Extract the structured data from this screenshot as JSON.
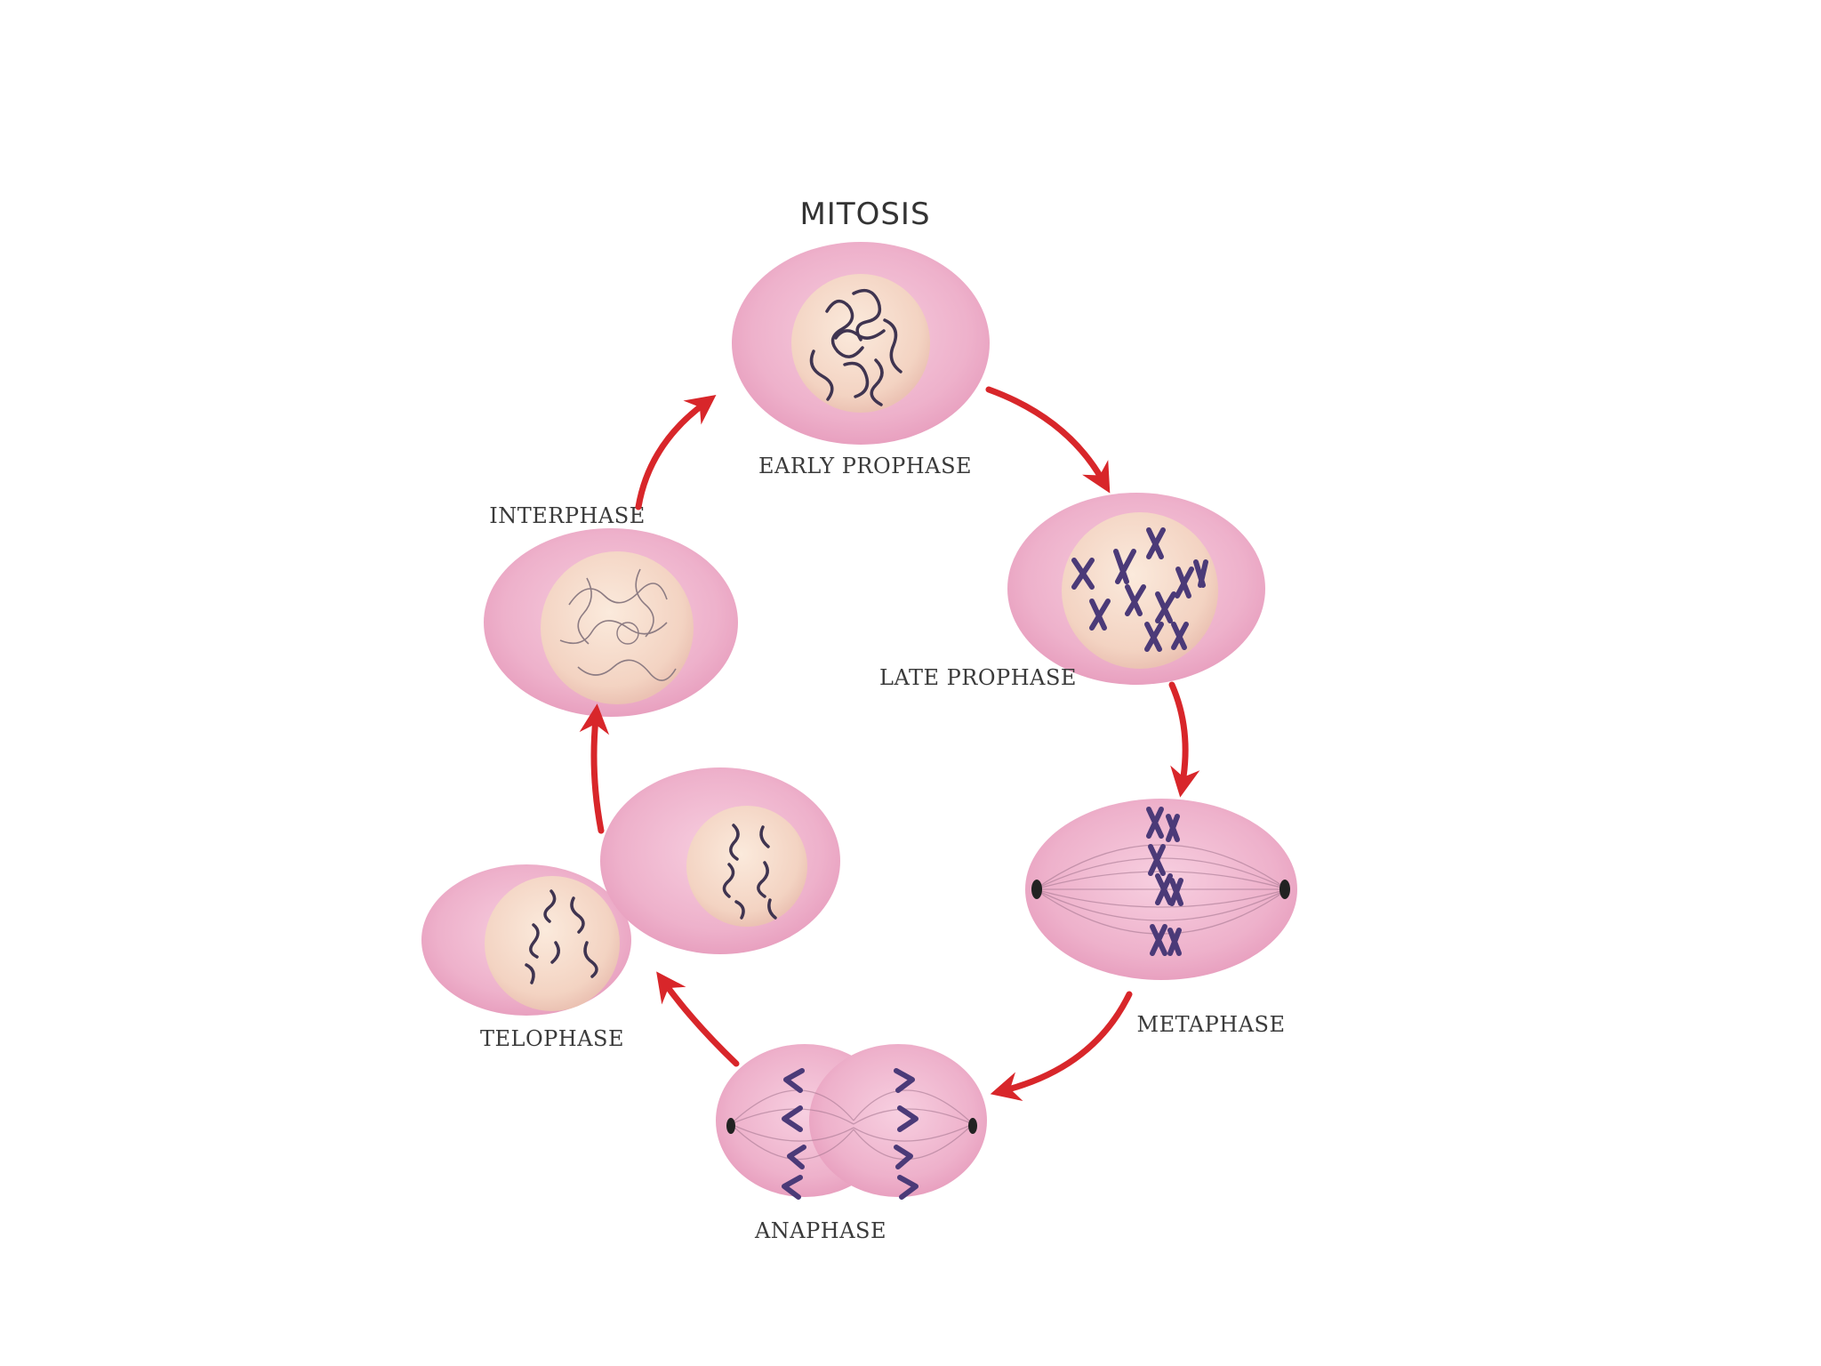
{
  "title": "MITOSIS",
  "stages": {
    "early_prophase": "EARLY PROPHASE",
    "late_prophase": "LATE PROPHASE",
    "metaphase": "METAPHASE",
    "anaphase": "ANAPHASE",
    "telophase": "TELOPHASE",
    "interphase": "INTERPHASE"
  },
  "colors": {
    "cell": "#f0b8cf",
    "nucleus": "#f6dccb",
    "chromosome": "#4b3a78",
    "arrow": "#d8262a"
  }
}
